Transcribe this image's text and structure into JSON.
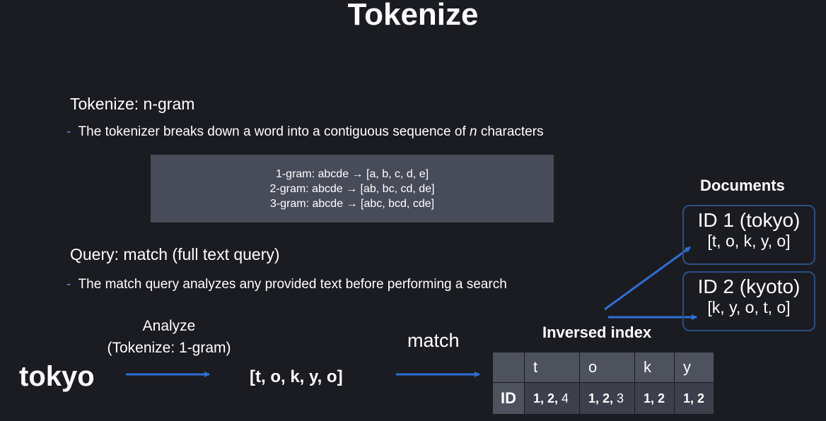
{
  "title": "Tokenize",
  "section1": {
    "heading": "Tokenize: n-gram",
    "bullet_prefix": "The tokenizer breaks down a word into a contiguous sequence of ",
    "bullet_italic": "n",
    "bullet_suffix": " characters",
    "examples": [
      "1-gram: abcde → [a, b, c, d, e]",
      "2-gram: abcde → [ab, bc, cd, de]",
      "3-gram: abcde → [abc, bcd, cde]"
    ]
  },
  "section2": {
    "heading": "Query: match (full text query)",
    "bullet": "The match query analyzes any provided text before performing a search"
  },
  "flow": {
    "analyze_line1": "Analyze",
    "analyze_line2": "(Tokenize: 1-gram)",
    "input_word": "tokyo",
    "tokens": "[t, o, k, y, o]",
    "match_label": "match"
  },
  "documents": {
    "title": "Documents",
    "items": [
      {
        "id_label": "ID 1 (tokyo)",
        "tokens": "[t, o, k, y, o]"
      },
      {
        "id_label": "ID 2 (kyoto)",
        "tokens": "[k, y, o, t, o]"
      }
    ]
  },
  "inverted_index": {
    "title": "Inversed index",
    "row_label": "ID",
    "columns": [
      {
        "token": "t",
        "ids_bold": "1, 2,",
        "ids_rest": " 4"
      },
      {
        "token": "o",
        "ids_bold": "1, 2,",
        "ids_rest": " 3"
      },
      {
        "token": "k",
        "ids_bold": "1, 2",
        "ids_rest": ""
      },
      {
        "token": "y",
        "ids_bold": "1, 2",
        "ids_rest": ""
      }
    ]
  },
  "colors": {
    "background": "#1b1c21",
    "arrow": "#2f6fd6",
    "box": "#484c58",
    "doc_border": "#2b4f86"
  }
}
